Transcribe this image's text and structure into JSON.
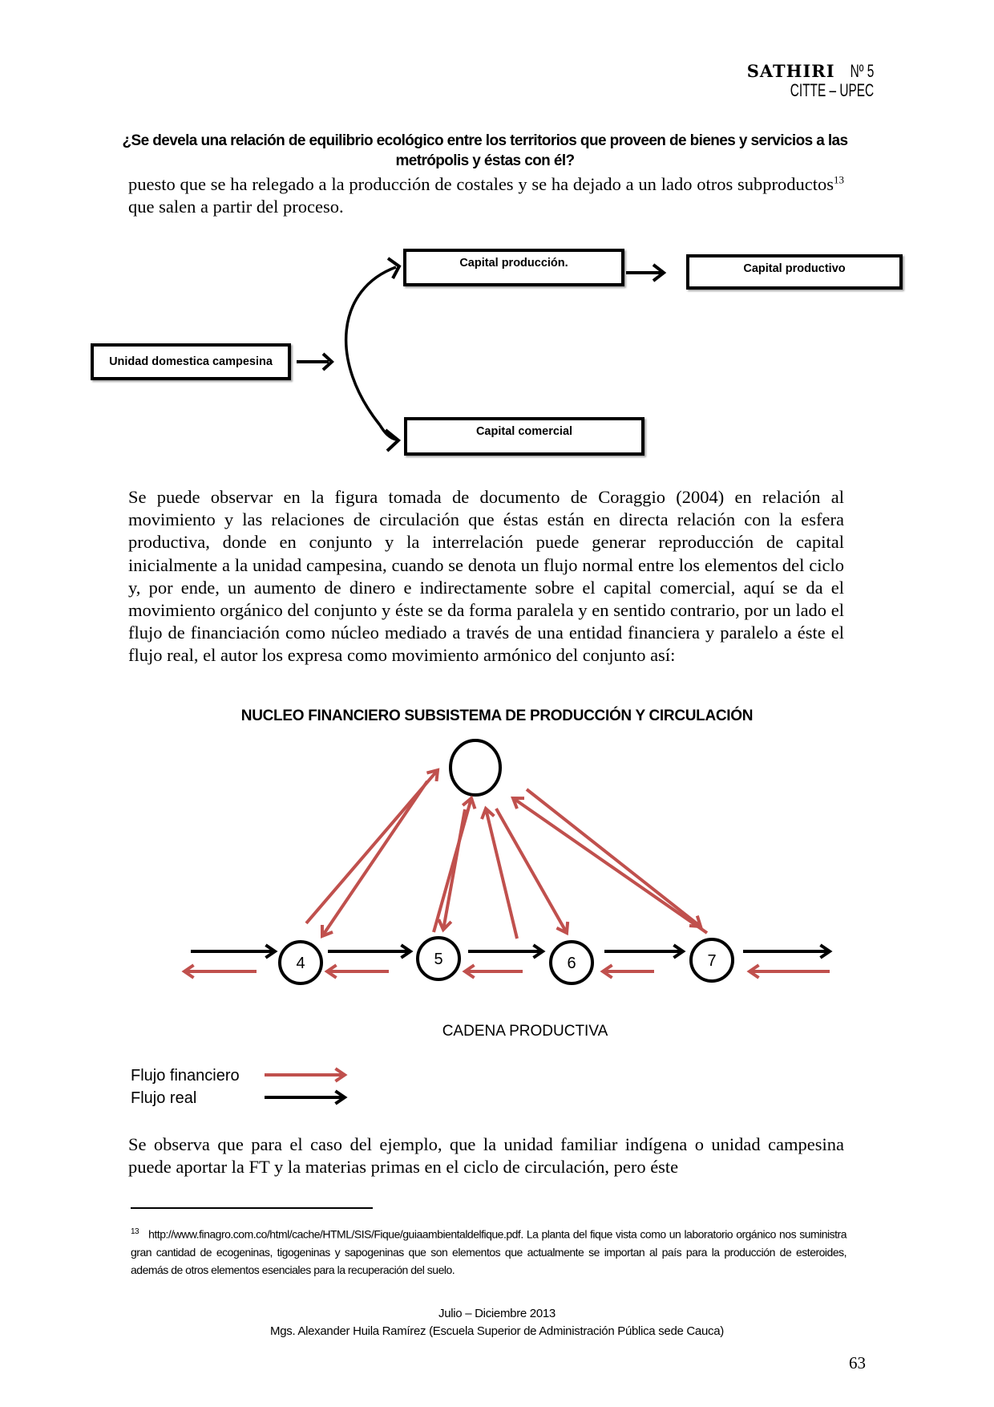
{
  "header": {
    "journal_name": "SATHIRI",
    "issue": "Nº 5",
    "institution": "CITTE – UPEC"
  },
  "section_question": "¿Se devela una relación de equilibrio ecológico entre los territorios que proveen de bienes y servicios a las metrópolis y éstas con él?",
  "paragraph1": {
    "text_before_sup": "puesto que se ha relegado a la producción de costales y se ha dejado a un lado otros subproductos",
    "footnote_ref": "13",
    "text_after_sup": " que salen a partir del proceso."
  },
  "diagram1": {
    "source_box": "Unidad domestica campesina",
    "top_box": "Capital producción.",
    "top_right_box": "Capital productivo",
    "bottom_box": "Capital comercial"
  },
  "paragraph2": "Se puede observar en la figura tomada de documento de Coraggio (2004) en relación al movimiento y las relaciones de circulación que éstas están en directa relación con la esfera productiva, donde en conjunto y la interrelación puede generar reproducción de capital inicialmente a la unidad campesina, cuando se denota un flujo normal entre los elementos del ciclo y, por ende, un aumento de dinero e indirectamente sobre el capital comercial, aquí se da el movimiento orgánico del conjunto y éste se da forma paralela y en sentido contrario, por un lado el flujo de financiación como núcleo mediado a través de una entidad financiera y paralelo a éste el flujo real, el autor los expresa como movimiento armónico del conjunto así:",
  "diagram2": {
    "title": "NUCLEO FINANCIERO SUBSISTEMA DE PRODUCCIÓN Y CIRCULACIÓN",
    "nodes": [
      "4",
      "5",
      "6",
      "7"
    ],
    "chain_label": "CADENA PRODUCTIVA",
    "legend": [
      {
        "label": "Flujo financiero",
        "color": "#c0504d"
      },
      {
        "label": "Flujo real",
        "color": "#000000"
      }
    ],
    "financial_color": "#c0504d",
    "real_color": "#000000"
  },
  "paragraph3": "Se observa que para el caso del ejemplo, que la unidad familiar indígena o unidad campesina  puede aportar la FT y la materias primas en el ciclo de circulación, pero éste",
  "footnote": {
    "number": "13",
    "text": "http://www.finagro.com.co/html/cache/HTML/SIS/Fique/guiaambientaldelfique.pdf.  La planta del fique vista como un laboratorio orgánico nos suministra gran cantidad de ecogeninas, tigogeninas y sapogeninas que son elementos que actualmente se importan al país para la producción de esteroides, además de otros elementos esenciales para la recuperación del suelo."
  },
  "footer": {
    "period": "Julio – Diciembre 2013",
    "author": "Mgs. Alexander Huila Ramírez (Escuela Superior de Administración Pública sede Cauca)"
  },
  "page_number": "63"
}
